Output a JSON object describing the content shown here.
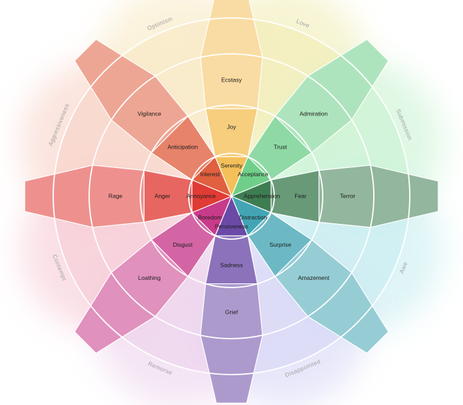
{
  "petals": [
    {
      "key": "joy",
      "color": "#f4c05a",
      "labels": [
        "Serenity",
        "Joy",
        "Ecstasy"
      ]
    },
    {
      "key": "trust",
      "color": "#6fcf8a",
      "labels": [
        "Acceptance",
        "Trust",
        "Admiration"
      ]
    },
    {
      "key": "fear",
      "color": "#3e7d52",
      "labels": [
        "Apprehension",
        "Fear",
        "Terror"
      ]
    },
    {
      "key": "surprise",
      "color": "#43a5b4",
      "labels": [
        "Distraction",
        "Surprise",
        "Amazement"
      ]
    },
    {
      "key": "sadness",
      "color": "#6a4aa6",
      "labels": [
        "Pensiveness",
        "Sadness",
        "Grief"
      ]
    },
    {
      "key": "disgust",
      "color": "#c83a8a",
      "labels": [
        "Boredom",
        "Disgust",
        "Loathing"
      ]
    },
    {
      "key": "anger",
      "color": "#e03b35",
      "labels": [
        "Annoyance",
        "Anger",
        "Rage"
      ]
    },
    {
      "key": "anticipation",
      "color": "#e06040",
      "labels": [
        "Interest",
        "Anticipation",
        "Vigilance"
      ]
    }
  ],
  "dyads": [
    {
      "label": "Love",
      "color": "#f1ecb0"
    },
    {
      "label": "Submission",
      "color": "#c6f2cf"
    },
    {
      "label": "Awe",
      "color": "#c4ecf0"
    },
    {
      "label": "Disappointed",
      "color": "#d4d4f6"
    },
    {
      "label": "Remorse",
      "color": "#ecd0ec"
    },
    {
      "label": "Contempt",
      "color": "#f6c8d4"
    },
    {
      "label": "Aggressiveness",
      "color": "#f8cfc4"
    },
    {
      "label": "Optimism",
      "color": "#f8e8c0"
    }
  ]
}
